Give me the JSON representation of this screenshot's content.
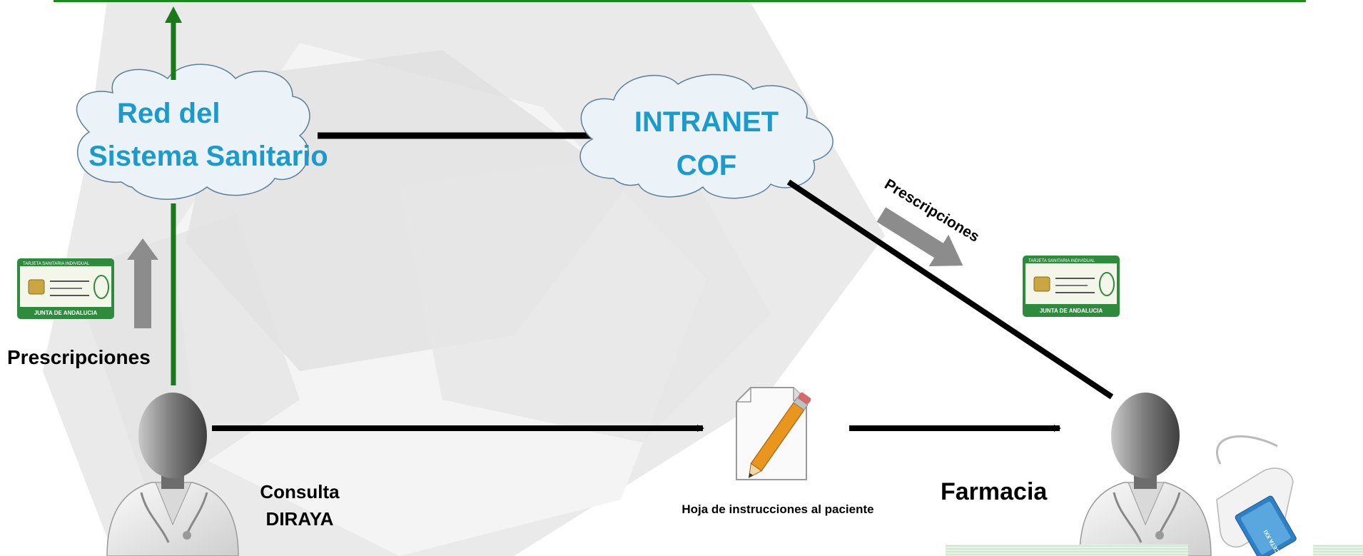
{
  "clouds": {
    "red_line1": "Red del",
    "red_line2": "Sistema Sanitario",
    "intranet_line1": "INTRANET",
    "intranet_line2": "COF"
  },
  "labels": {
    "prescripciones_left": "Prescripciones",
    "prescripciones_diagonal": "Prescripciones",
    "consulta_line1": "Consulta",
    "consulta_line2": "DIRAYA",
    "hoja": "Hoja  de instrucciones al paciente",
    "farmacia": "Farmacia"
  },
  "cards": {
    "header": "TARJETA SANITARIA INDIVIDUAL",
    "footer": "JUNTA DE ANDALUCIA"
  },
  "card_reader": {
    "label": "RECETA XXI"
  },
  "colors": {
    "cloud_text": "#1a9bcc",
    "top_rule": "#1a8a1a",
    "green_arrow": "#1a7a1a",
    "gray_arrow": "#8c8c8c",
    "card_green": "#2e8b3e",
    "pencil": "#e8961e"
  }
}
